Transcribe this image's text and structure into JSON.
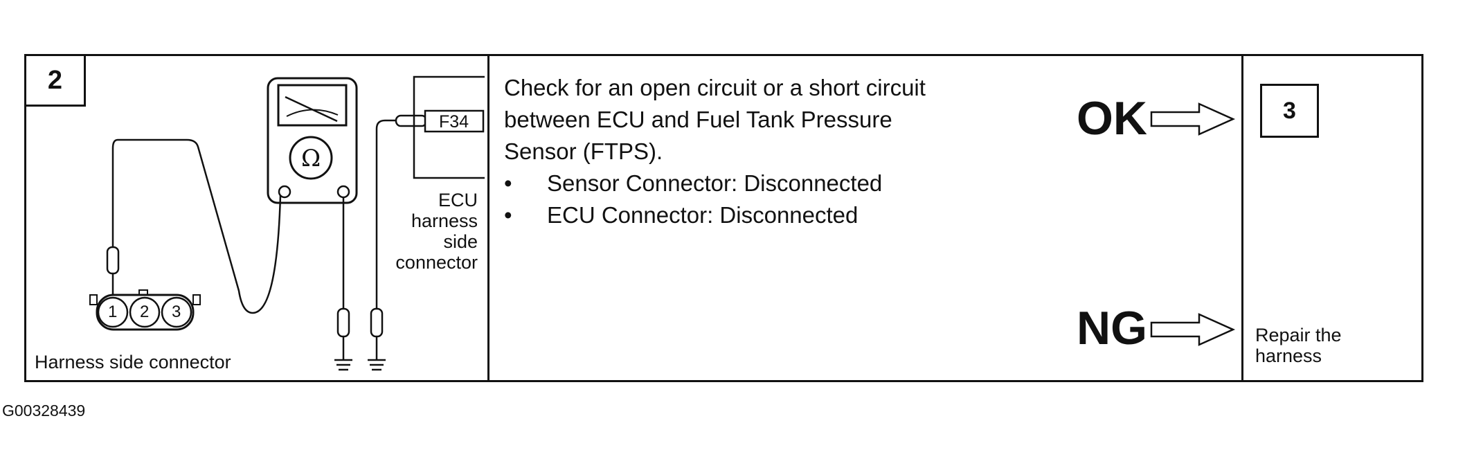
{
  "step": {
    "number": "2"
  },
  "diagram": {
    "connector_label": "F34",
    "ohm_symbol": "Ω",
    "pins": [
      "1",
      "2",
      "3"
    ],
    "harness_label": "Harness side connector",
    "ecu_label_lines": [
      "ECU",
      "harness",
      "side",
      "connector"
    ]
  },
  "instructions": {
    "lines": [
      "Check for an open circuit or a short circuit",
      "between ECU and Fuel Tank Pressure",
      "Sensor (FTPS)."
    ],
    "bullets": [
      "Sensor Connector: Disconnected",
      "ECU Connector: Disconnected"
    ]
  },
  "results": {
    "ok_label": "OK",
    "ok_target": "3",
    "ng_label": "NG",
    "ng_action_lines": [
      "Repair the",
      "harness"
    ]
  },
  "figure_code": "G00328439"
}
